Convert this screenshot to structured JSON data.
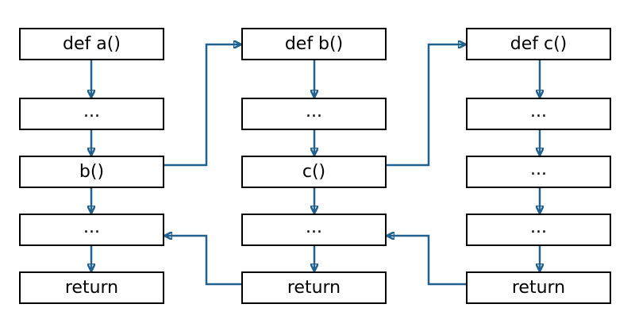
{
  "colors": {
    "box_border": "#000000",
    "arrow": "#20618f"
  },
  "functions": [
    {
      "name": "a",
      "steps": [
        "def a()",
        "...",
        "b()",
        "...",
        "return"
      ]
    },
    {
      "name": "b",
      "steps": [
        "def b()",
        "...",
        "c()",
        "...",
        "return"
      ]
    },
    {
      "name": "c",
      "steps": [
        "def c()",
        "...",
        "...",
        "...",
        "return"
      ]
    }
  ]
}
